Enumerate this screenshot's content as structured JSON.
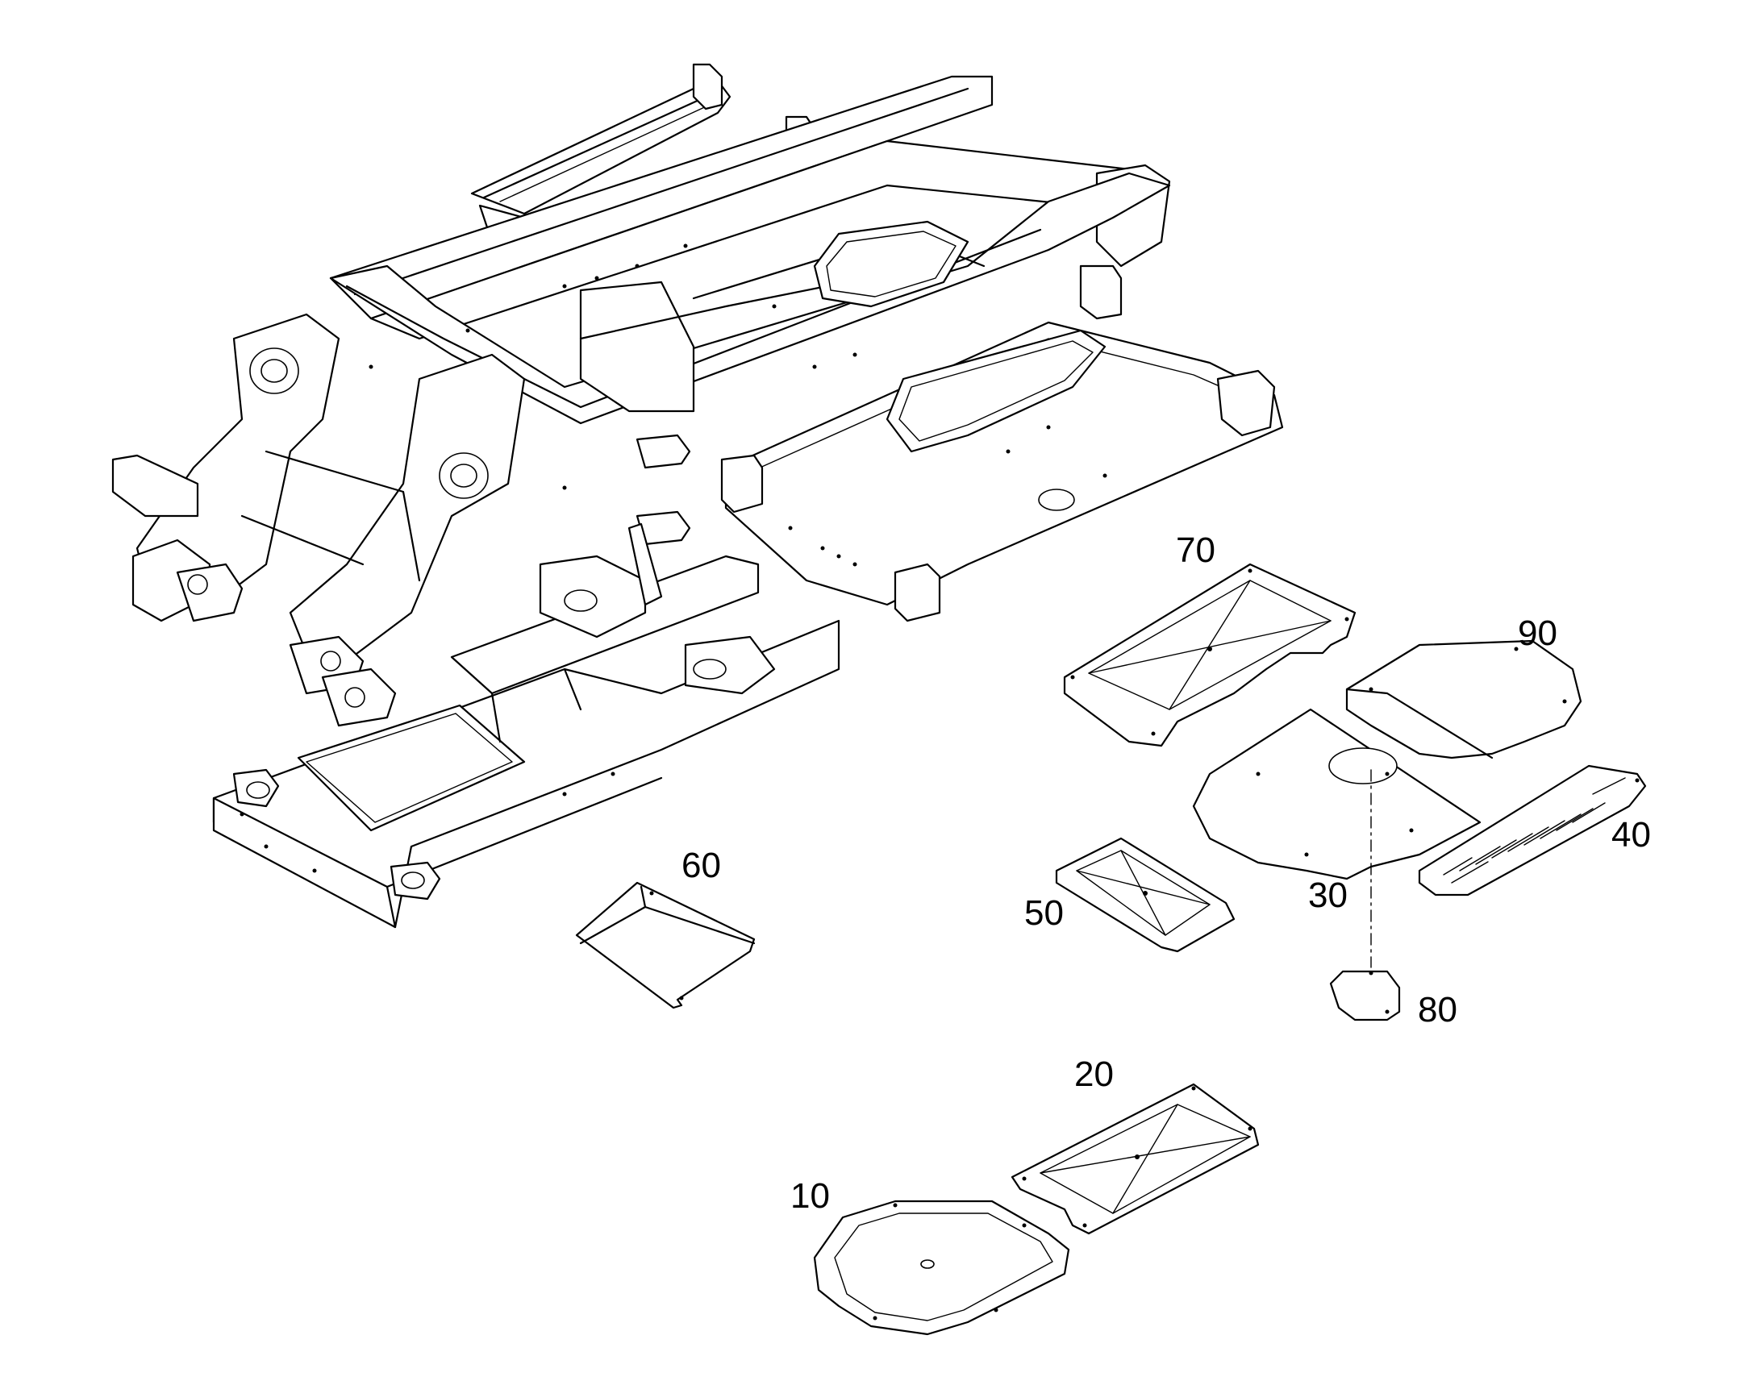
{
  "diagram": {
    "part_labels": {
      "p10": "10",
      "p20": "20",
      "p30": "30",
      "p40": "40",
      "p50": "50",
      "p60": "60",
      "p70": "70",
      "p80": "80",
      "p90": "90"
    }
  }
}
